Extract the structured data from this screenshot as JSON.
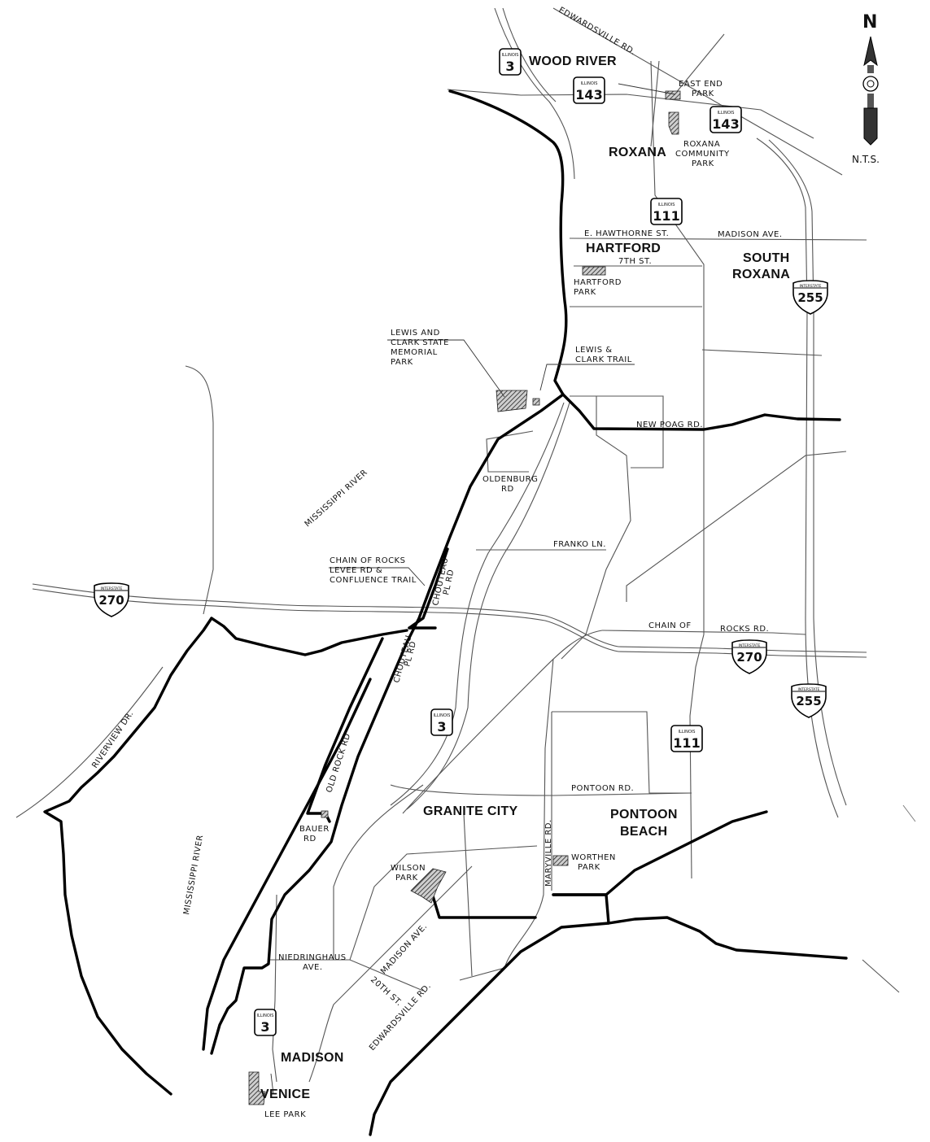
{
  "towns": {
    "wood_river": "WOOD RIVER",
    "roxana": "ROXANA",
    "hartford": "HARTFORD",
    "south_roxana_1": "SOUTH",
    "south_roxana_2": "ROXANA",
    "granite_city": "GRANITE CITY",
    "pontoon_beach_1": "PONTOON",
    "pontoon_beach_2": "BEACH",
    "madison": "MADISON",
    "venice": "VENICE"
  },
  "roads": {
    "edwardsville_rd_north": "EDWARDSVILLE RD.",
    "e_hawthorne": "E. HAWTHORNE ST.",
    "madison_ave_north": "MADISON AVE.",
    "seventh_st": "7TH ST.",
    "new_poag": "NEW POAG RD.",
    "oldenburg_1": "OLDENBURG",
    "oldenburg_2": "RD",
    "franko": "FRANKO LN.",
    "chain_of_rocks_1": "CHAIN OF",
    "chain_of_rocks_2": "ROCKS RD.",
    "chouteau_upper_1": "CHOUTEAU",
    "chouteau_upper_2": "PL RD",
    "chouteau_lower_1": "CHOUTEAU",
    "chouteau_lower_2": "PL RD",
    "old_rock": "OLD ROCK RD",
    "bauer_1": "BAUER",
    "bauer_2": "RD",
    "riverview": "RIVERVIEW DR.",
    "pontoon_rd": "PONTOON RD.",
    "maryville": "MARYVILLE RD.",
    "madison_ave_south": "MADISON AVE.",
    "niedringhaus_1": "NIEDRINGHAUS",
    "niedringhaus_2": "AVE.",
    "twentieth_st": "20TH ST.",
    "edwardsville_rd_south": "EDWARDSVILLE RD."
  },
  "water": {
    "mississippi_upper": "MISSISSIPPI RIVER",
    "mississippi_lower": "MISSISSIPPI RIVER"
  },
  "parks": {
    "east_end_1": "EAST END",
    "east_end_2": "PARK",
    "roxana_community_1": "ROXANA",
    "roxana_community_2": "COMMUNITY",
    "roxana_community_3": "PARK",
    "hartford_park_1": "HARTFORD",
    "hartford_park_2": "PARK",
    "lewis_clark_state_1": "LEWIS AND",
    "lewis_clark_state_2": "CLARK STATE",
    "lewis_clark_state_3": "MEMORIAL",
    "lewis_clark_state_4": "PARK",
    "lewis_clark_trail_1": "LEWIS &",
    "lewis_clark_trail_2": "CLARK TRAIL",
    "chain_trail_1": "CHAIN OF ROCKS",
    "chain_trail_2": "LEVEE RD &",
    "chain_trail_3": "CONFLUENCE TRAIL",
    "wilson_1": "WILSON",
    "wilson_2": "PARK",
    "worthen_1": "WORTHEN",
    "worthen_2": "PARK",
    "lee_park": "LEE PARK"
  },
  "shields": {
    "il3_north": {
      "label": "ILLINOIS",
      "number": "3"
    },
    "il143_west": {
      "label": "ILLINOIS",
      "number": "143"
    },
    "il143_east": {
      "label": "ILLINOIS",
      "number": "143"
    },
    "il111_north": {
      "label": "ILLINOIS",
      "number": "111"
    },
    "il3_mid": {
      "label": "ILLINOIS",
      "number": "3"
    },
    "il111_south": {
      "label": "ILLINOIS",
      "number": "111"
    },
    "il3_south": {
      "label": "ILLINOIS",
      "number": "3"
    },
    "i270_west": {
      "label": "INTERSTATE",
      "number": "270"
    },
    "i270_east": {
      "label": "INTERSTATE",
      "number": "270"
    },
    "i255_north": {
      "label": "INTERSTATE",
      "number": "255"
    },
    "i255_south": {
      "label": "INTERSTATE",
      "number": "255"
    }
  },
  "north_arrow": {
    "letter": "N",
    "scale_note": "N.T.S."
  },
  "colors": {
    "trail": "#000000",
    "road": "#555555",
    "park_hatch": "#333333"
  }
}
